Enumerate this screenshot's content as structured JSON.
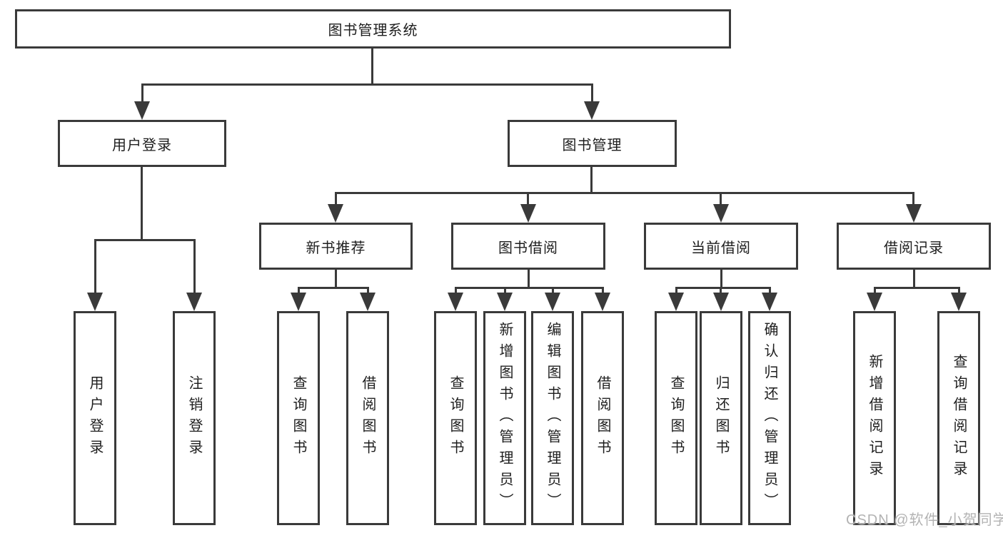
{
  "title": {
    "label": "图书管理系统"
  },
  "level2": [
    {
      "label": "用户登录"
    },
    {
      "label": "图书管理"
    }
  ],
  "groups": [
    {
      "label": "新书推荐"
    },
    {
      "label": "图书借阅"
    },
    {
      "label": "当前借阅"
    },
    {
      "label": "借阅记录"
    }
  ],
  "leaves": {
    "user_login": [
      "用户登录",
      "注销登录"
    ],
    "new_book": [
      "查询图书",
      "借阅图书"
    ],
    "borrow": [
      "查询图书",
      "新增图书（管理员）",
      "编辑图书（管理员）",
      "借阅图书"
    ],
    "current": [
      "查询图书",
      "归还图书",
      "确认归还（管理员）"
    ],
    "records": [
      "新增借阅记录",
      "查询借阅记录"
    ]
  },
  "watermark": {
    "text": "CSDN @软件_小贺同学"
  },
  "colors": {
    "line": "#3a3a3a",
    "text": "#1e1e1e",
    "background": "#ffffff",
    "watermark": "#b3b3b3"
  }
}
